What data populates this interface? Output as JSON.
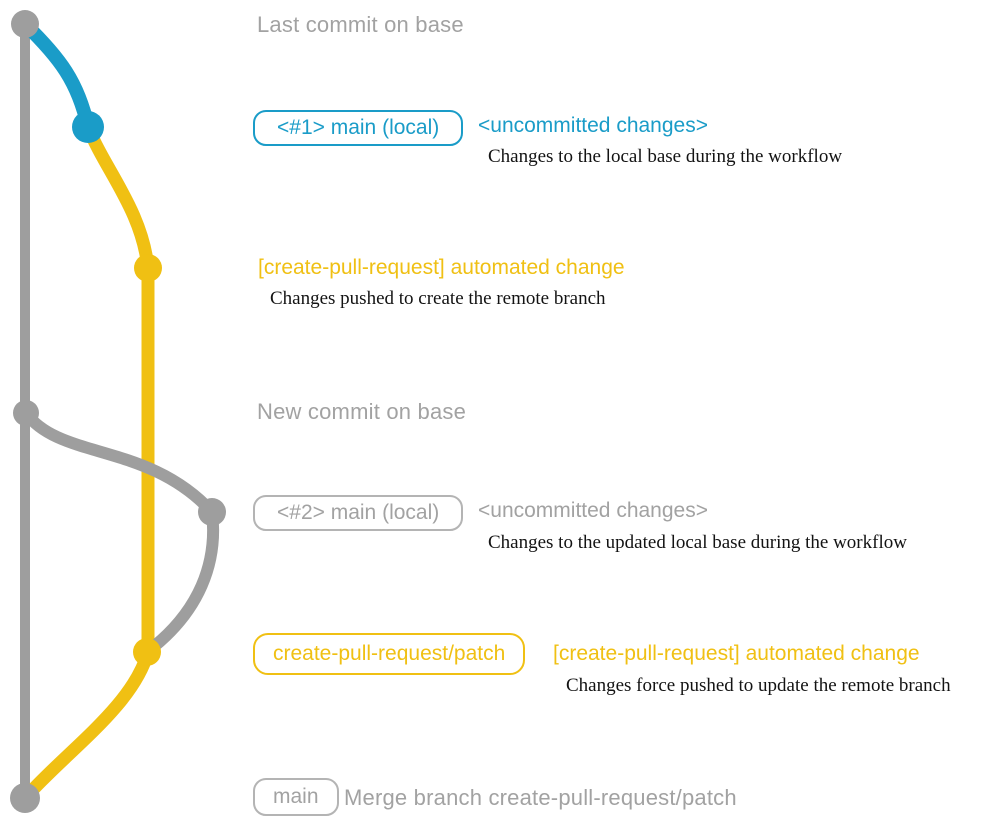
{
  "colors": {
    "graph_gray": "#9e9e9e",
    "text_gray": "#a2a2a2",
    "border_gray": "#b4b4b4",
    "teal": "#1a9cc8",
    "yellow": "#f0c013",
    "description_black": "#131313",
    "background": "#ffffff"
  },
  "diagram": {
    "type": "git-branch-graph",
    "branches": [
      {
        "name": "base",
        "color": "#9e9e9e"
      },
      {
        "name": "main (local)",
        "color": "#1a9cc8"
      },
      {
        "name": "create-pull-request/patch",
        "color": "#f0c013"
      }
    ]
  },
  "annotations": {
    "last_commit": {
      "title": "Last commit on base"
    },
    "uncommitted_1": {
      "badge": "<#1> main (local)",
      "heading": "<uncommitted changes>",
      "description": "Changes to the local base during the workflow"
    },
    "automated_1": {
      "heading": "[create-pull-request] automated change",
      "description": "Changes pushed to create the remote branch"
    },
    "new_commit": {
      "title": "New commit on base"
    },
    "uncommitted_2": {
      "badge": "<#2> main (local)",
      "heading": "<uncommitted changes>",
      "description": "Changes to the updated local base during the workflow"
    },
    "automated_2": {
      "badge": "create-pull-request/patch",
      "heading": "[create-pull-request] automated change",
      "description": "Changes force pushed to update the remote branch"
    },
    "merge": {
      "badge": "main",
      "title": "Merge branch create-pull-request/patch"
    }
  }
}
